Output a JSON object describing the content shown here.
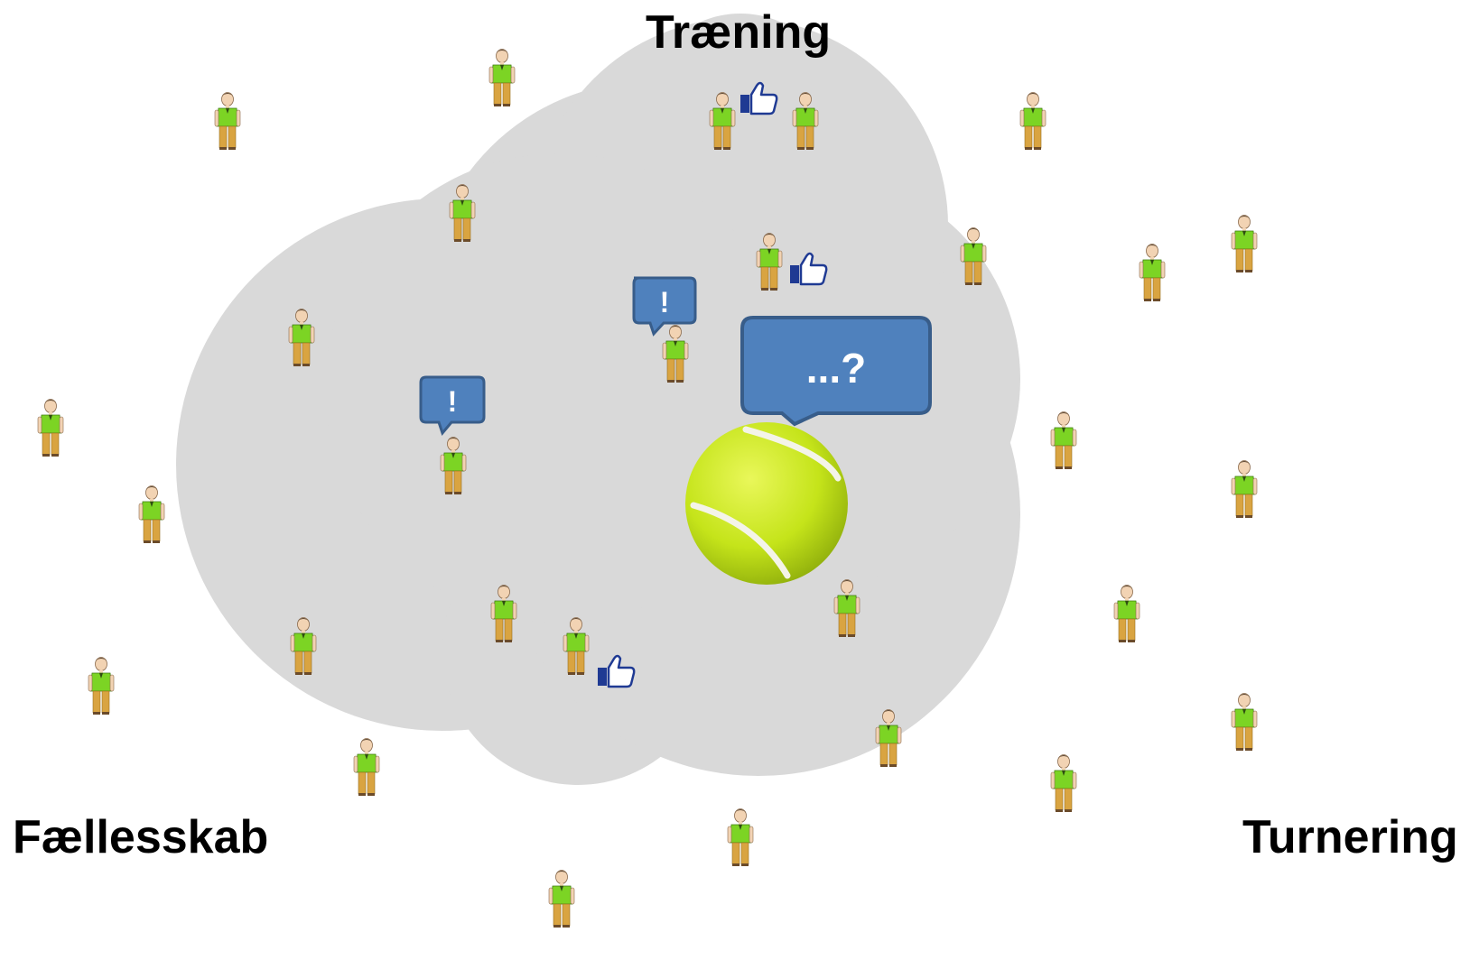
{
  "labels": {
    "top": "Træning",
    "bottom_left": "Fællesskab",
    "bottom_right": "Turnering"
  },
  "bubbles": {
    "question": "...?",
    "exclaim_1": "!",
    "exclaim_2": "!"
  },
  "colors": {
    "cloud": "#d9d9d9",
    "bubble_fill": "#4f81bd",
    "bubble_stroke": "#385d8a",
    "shirt": "#7cd424",
    "pants": "#d9a441",
    "skin": "#f2d3b3",
    "hair": "#5a4632",
    "thumb": "#1f3a93",
    "ball": "#c9e81a"
  },
  "icons": {
    "person": "person-icon",
    "like": "thumbs-up-icon",
    "ball": "tennis-ball-icon"
  }
}
